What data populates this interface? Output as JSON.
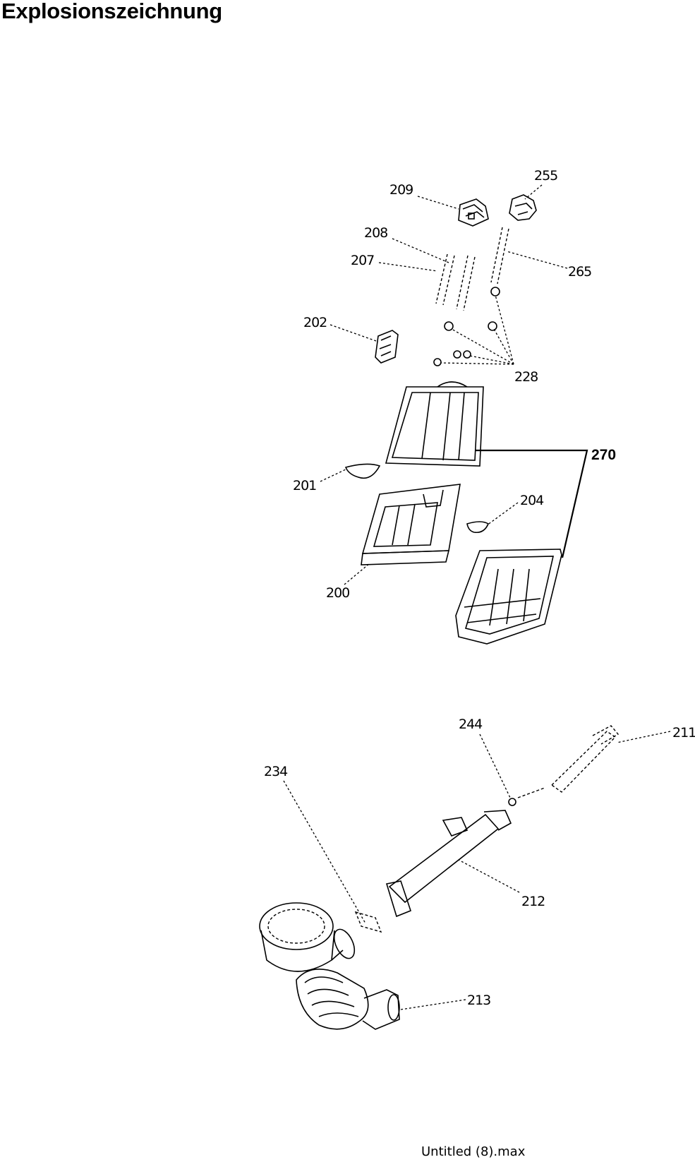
{
  "title": "Explosionszeichnung",
  "footer": "Untitled (8).max",
  "callouts": {
    "c209": "209",
    "c255": "255",
    "c208": "208",
    "c207": "207",
    "c265": "265",
    "c202": "202",
    "c228": "228",
    "c270": "270",
    "c201": "201",
    "c204": "204",
    "c200": "200",
    "c244": "244",
    "c211": "211",
    "c234": "234",
    "c212": "212",
    "c213": "213"
  }
}
